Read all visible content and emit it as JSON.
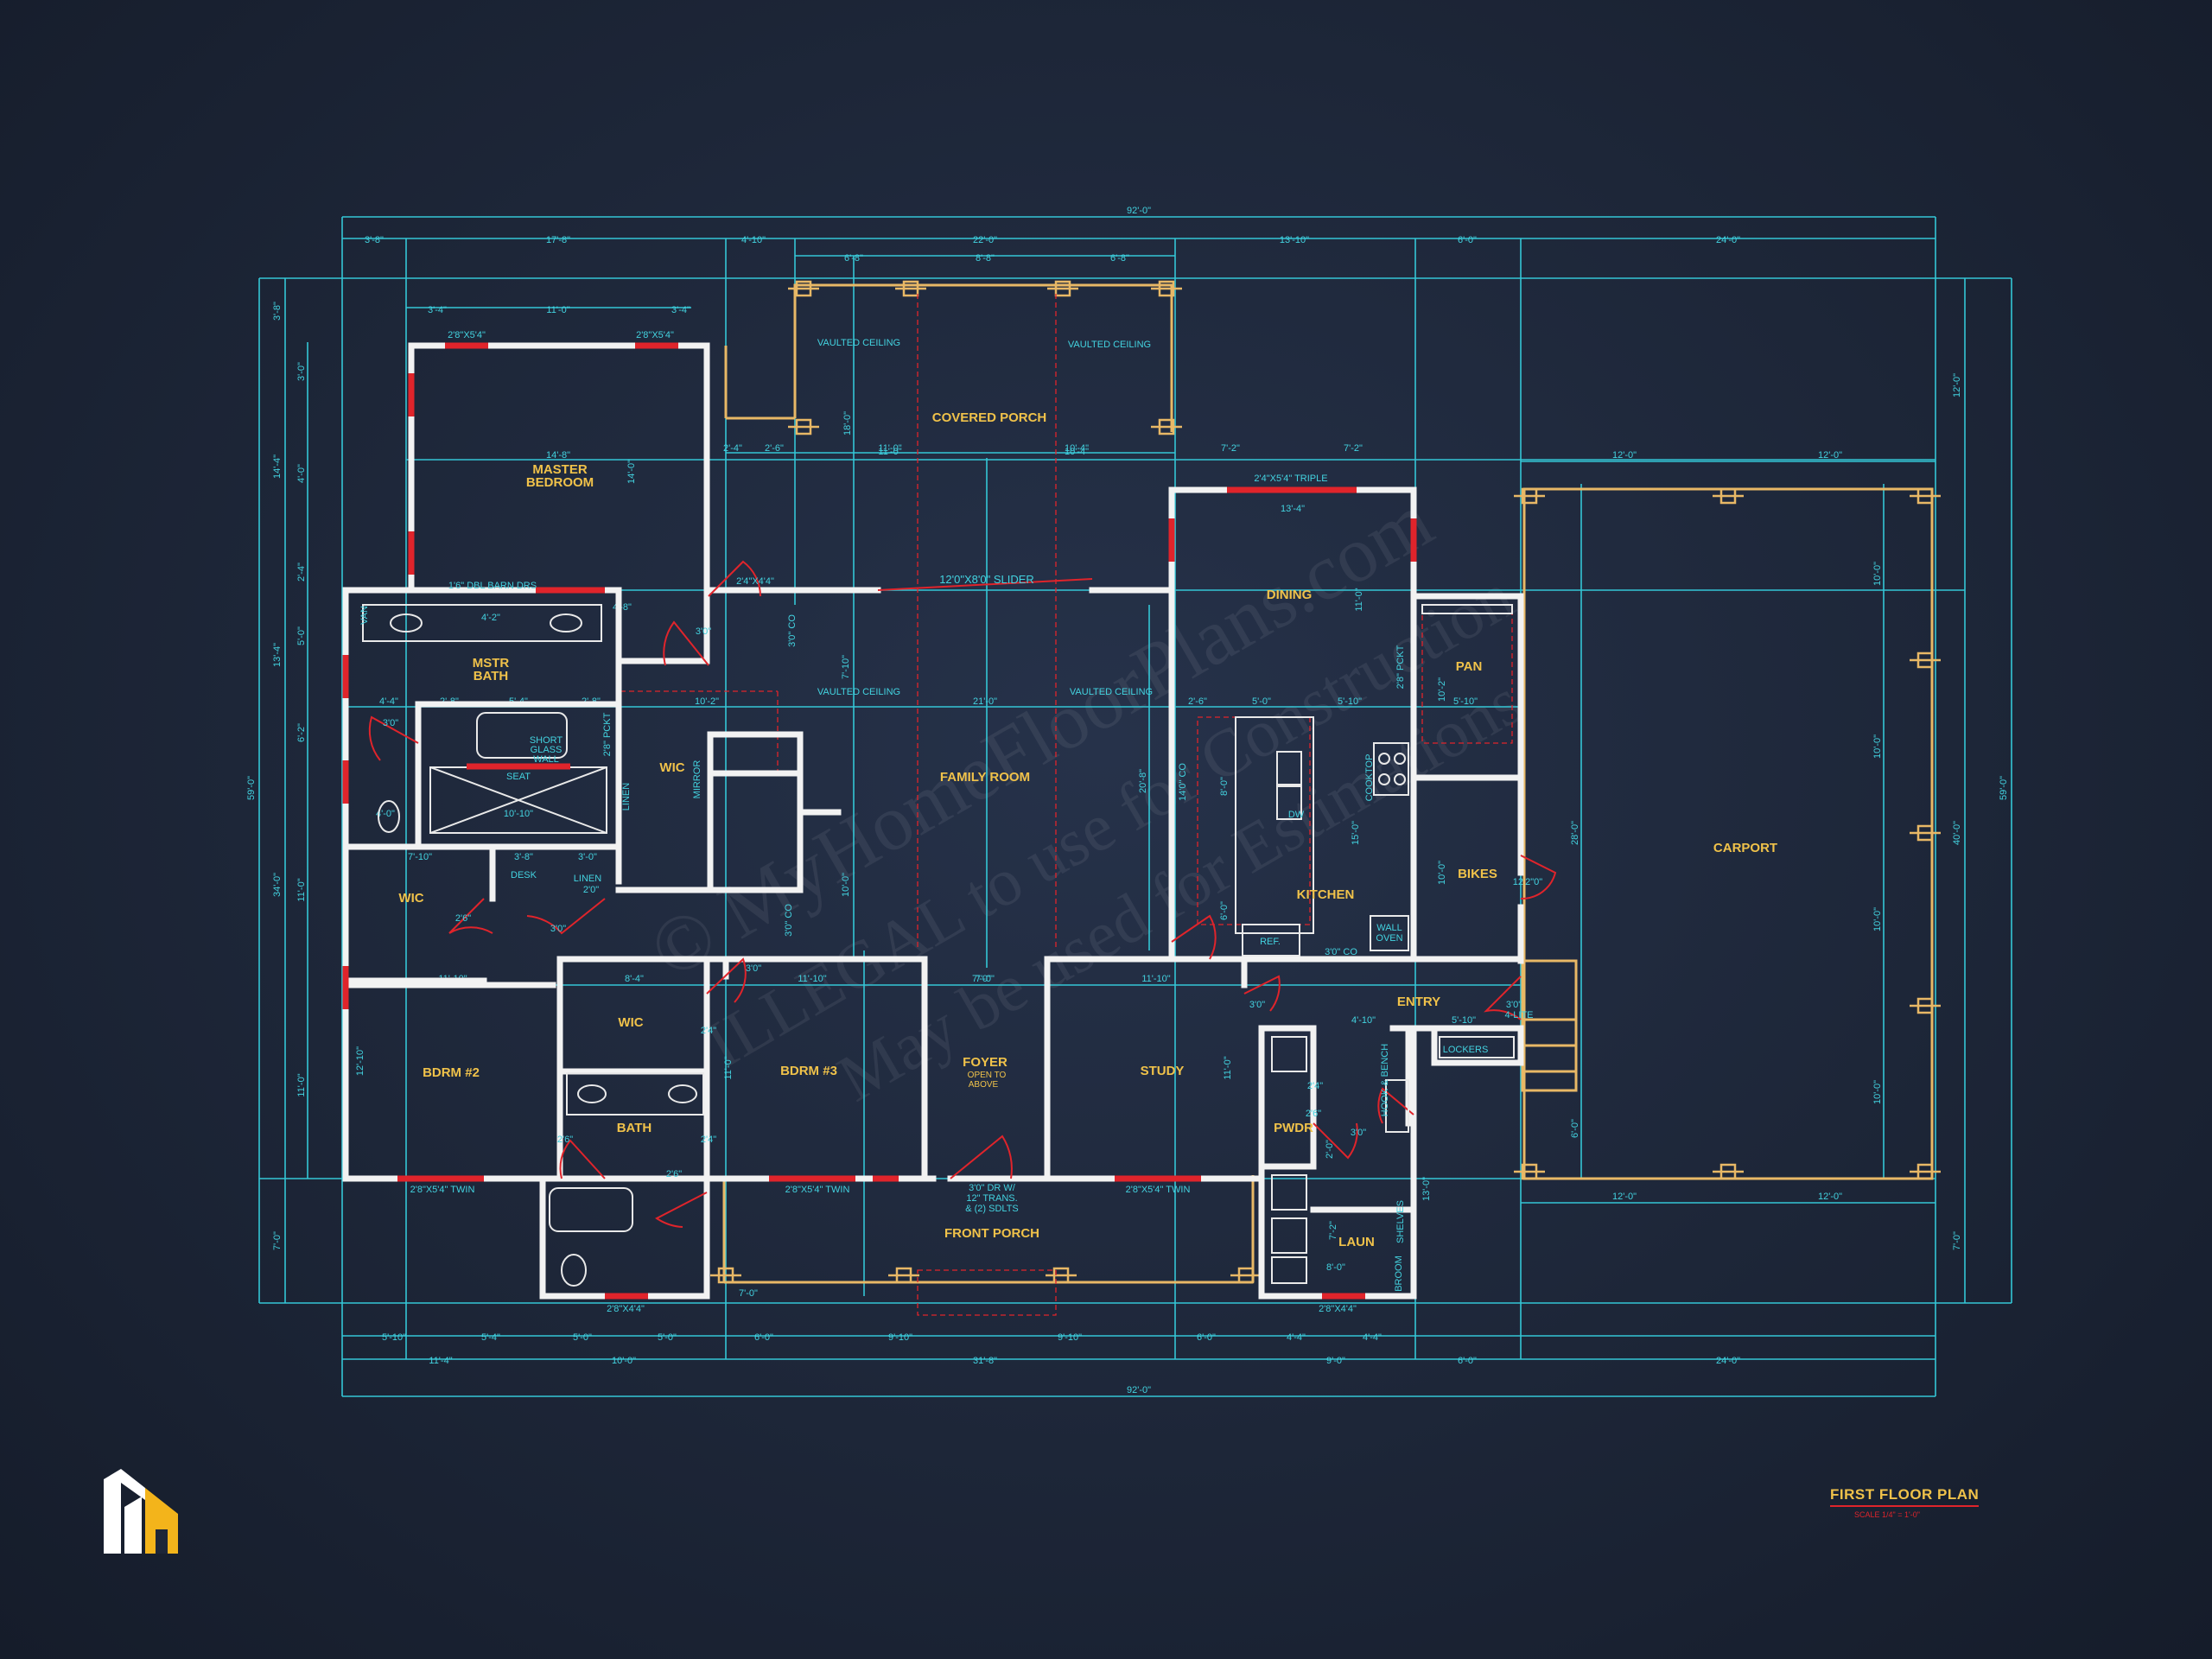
{
  "sheet": {
    "title": "FIRST FLOOR PLAN",
    "scale": "SCALE 1/4\" = 1'-0\"",
    "brand_icon": "house-logo-icon"
  },
  "watermark": {
    "line1": "© MyHomeFloorPlans.com",
    "line2": "ILLEGAL to use for Construction",
    "line3": "May be used for Estimations"
  },
  "rooms": {
    "covered_porch": "COVERED PORCH",
    "master_bedroom_1": "MASTER",
    "master_bedroom_2": "BEDROOM",
    "mstr_bath_1": "MSTR",
    "mstr_bath_2": "BATH",
    "dining": "DINING",
    "pantry": "PAN",
    "family_room": "FAMILY ROOM",
    "kitchen": "KITCHEN",
    "bikes": "BIKES",
    "carport": "CARPORT",
    "wic_master": "WIC",
    "wic_left": "WIC",
    "wic_bdrm2": "WIC",
    "bdrm2": "BDRM #2",
    "bdrm3": "BDRM #3",
    "bath": "BATH",
    "foyer": "FOYER",
    "foyer_note_1": "OPEN TO",
    "foyer_note_2": "ABOVE",
    "study": "STUDY",
    "entry": "ENTRY",
    "pwdr": "PWDR",
    "laun": "LAUN",
    "front_porch": "FRONT PORCH"
  },
  "notes": {
    "vaulted_1": "VAULTED CEILING",
    "vaulted_2": "VAULTED CEILING",
    "vaulted_3": "VAULTED CEILING",
    "vaulted_4": "VAULTED CEILING",
    "slider": "12'0\"X8'0\" SLIDER",
    "barn_doors": "1'6\" DBL BARN DRS",
    "triple_window": "2'4\"X5'4\" TRIPLE",
    "front_door_1": "3'0\" DR W/",
    "front_door_2": "12\" TRANS.",
    "front_door_3": "& (2) SDLTS",
    "twin_1": "2'8\"X5'4\" TWIN",
    "twin_2": "2'8\"X5'4\" TWIN",
    "twin_3": "2'8\"X5'4\" TWIN",
    "win_bottom_1": "2'8\"X4'4\"",
    "win_bottom_2": "2'8\"X4'4\"",
    "win_top_1": "2'8\"X5'4\"",
    "win_top_2": "2'8\"X5'4\"",
    "short_glass_1": "SHORT",
    "short_glass_2": "GLASS",
    "short_glass_3": "WALL",
    "seat": "SEAT",
    "desk": "DESK",
    "linen_1": "LINEN",
    "linen_2": "LINEN",
    "mirror": "MIRROR",
    "cooktop": "COOKTOP",
    "wall_oven_1": "WALL",
    "wall_oven_2": "OVEN",
    "ref": "REF.",
    "dw": "DW",
    "lockers": "LOCKERS",
    "hook_bench": "HOOK & BENCH",
    "shelves": "SHELVES",
    "broom": "BROOM",
    "four_lite_1": "3'0\"",
    "four_lite_2": "4-LITE",
    "van": "VAN",
    "pckt_1": "2'8\" PCKT",
    "pckt_2": "2'8\" PCKT",
    "co_1": "3'0\" CO",
    "co_2": "3'0\" CO",
    "co_3": "3'0\" CO",
    "co_4": "14'0\" CO",
    "door_1": "3'0\"",
    "door_2": "3'0\"",
    "door_3": "3'0\"",
    "door_4": "3'0\"",
    "door_5": "3'0\"",
    "door_6": "3'0\"",
    "door_7": "2'6\"",
    "door_8": "2'6\"",
    "door_9": "2'6\"",
    "door_10": "2'4\"",
    "door_11": "2'4\"",
    "door_12": "2'4\"",
    "door_13": "2'6\"",
    "door_14": "2'0\"",
    "door_15": "2'4\"X4'4\""
  },
  "dims": {
    "top_overall": "92'-0\"",
    "bottom_overall": "92'-0\"",
    "left_overall": "59'-0\"",
    "right_overall": "59'-0\"",
    "top_row": [
      "3'-8\"",
      "17'-8\"",
      "4'-10\"",
      "22'-0\"",
      "13'-10\"",
      "6'-0\"",
      "24'-0\""
    ],
    "porch_row": [
      "6'-8\"",
      "8'-8\"",
      "6'-8\""
    ],
    "master_row": [
      "3'-4\"",
      "11'-0\"",
      "3'-4\""
    ],
    "bottom_row1": [
      "5'-10\"",
      "5'-4\"",
      "5'-0\"",
      "5'-0\"",
      "6'-0\"",
      "9'-10\"",
      "9'-10\"",
      "6'-0\"",
      "4'-4\"",
      "4'-4\""
    ],
    "bottom_row2": [
      "11'-4\"",
      "10'-0\"",
      "31'-8\"",
      "9'-0\"",
      "6'-0\"",
      "24'-0\""
    ],
    "left_col1": [
      "3'-8\"",
      "14'-4\"",
      "13'-4\"",
      "34'-0\"",
      "7'-0\""
    ],
    "left_col2": [
      "3'-0\"",
      "4'-0\"",
      "2'-4\"",
      "5'-0\"",
      "6'-2\"",
      "11'-0\"",
      "11'-0\""
    ],
    "right_col": [
      "12'-0\"",
      "40'-0\"",
      "7'-0\""
    ],
    "carport_top": [
      "12'-0\"",
      "12'-0\""
    ],
    "carport_bottom": [
      "12'-0\"",
      "12'-0\""
    ],
    "carport_right": [
      "10'-0\"",
      "10'-0\"",
      "10'-0\"",
      "10'-0\""
    ],
    "carport_left": [
      "28'-0\"",
      "6'-0\""
    ],
    "interior": {
      "master_w": "14'-8\"",
      "master_h": "14'-0\"",
      "mb_a": "4'-2\"",
      "mb_b": "4'-8\"",
      "mb_c": "4'-4\"",
      "mb_d": "2'-8\"",
      "mb_e": "5'-4\"",
      "mb_f": "2'-8\"",
      "mb_g": "10'-10\"",
      "mb_h": "7'-10\"",
      "mb_i": "3'-8\"",
      "mb_j": "3'-0\"",
      "mb_k": "4'-0\"",
      "fam_a": "11'-0\"",
      "fam_b": "10'-4\"",
      "fam_c": "10'-2\"",
      "fam_d": "21'-0\"",
      "fam_e": "7'-10\"",
      "fam_f": "2'-4\"",
      "fam_g": "2'-6\"",
      "fam_h": "20'-8\"",
      "fam_i": "10'-0\"",
      "fam_j": "7'-0\"",
      "dining_a": "7'-2\"",
      "dining_b": "7'-2\"",
      "dining_c": "13'-4\"",
      "dining_d": "11'-0\"",
      "kit_a": "5'-0\"",
      "kit_b": "5'-10\"",
      "kit_c": "2'-6\"",
      "kit_d": "8'-0\"",
      "kit_e": "15'-0\"",
      "kit_f": "6'-0\"",
      "pan_a": "5'-10\"",
      "pan_b": "10'-2\"",
      "bikes_a": "10'-0\"",
      "bikes_b": "12'2\"0\"",
      "bd2_w": "11'-10\"",
      "bd2_h": "12'-10\"",
      "bd2_c": "8'-4\"",
      "bd3_w": "11'-10\"",
      "bd3_h": "11'-0\"",
      "foyer_w": "7'-0\"",
      "study_w": "11'-10\"",
      "study_h": "11'-0\"",
      "entry_a": "4'-10\"",
      "entry_b": "5'-10\"",
      "laun_a": "8'-0\"",
      "laun_b": "7'-2\"",
      "laun_c": "13'-0\"",
      "pwdr_a": "2'-0\"",
      "porch_a": "11'-0\"",
      "porch_b": "10'-4\"",
      "porch_h": "18'-0\"",
      "fp_a": "7'-0\""
    }
  },
  "colors": {
    "background": "#1d2638",
    "wall": "#f2f2f2",
    "dimension": "#34c6d6",
    "label": "#f0c24a",
    "window": "#e0242b",
    "porch": "#e8b866"
  }
}
